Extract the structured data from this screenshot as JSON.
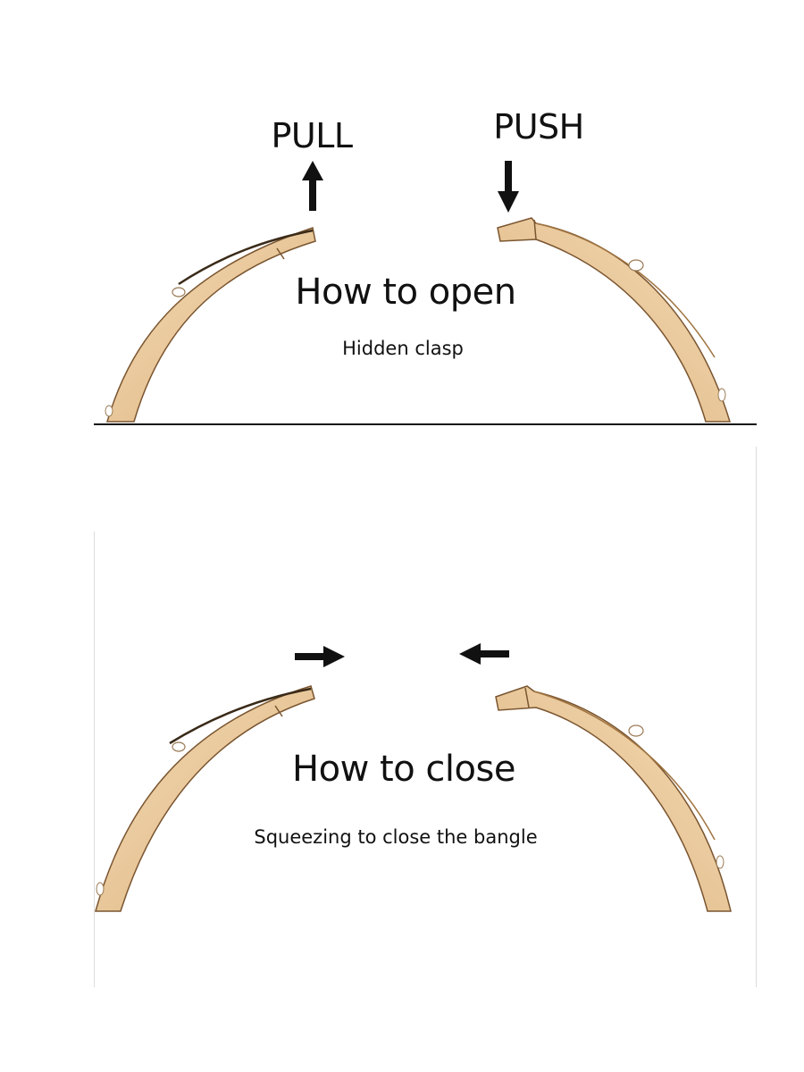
{
  "open": {
    "pull_label": "PULL",
    "push_label": "PUSH",
    "title": "How to open",
    "subtitle": "Hidden clasp"
  },
  "close": {
    "title": "How to close",
    "subtitle": "Squeezing to close the bangle"
  },
  "colors": {
    "bangle_gold": "#e8c79a",
    "bangle_gold_dark": "#c99a5e",
    "bangle_edge": "#7a5530",
    "ink": "#111111"
  }
}
